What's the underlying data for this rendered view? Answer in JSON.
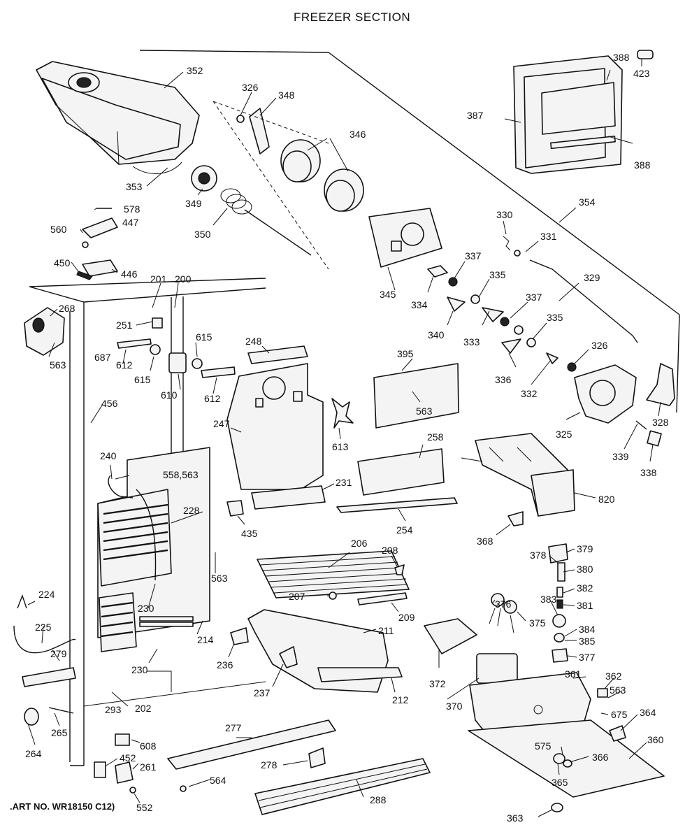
{
  "title": "FREEZER SECTION",
  "footer": ".ART NO. WR18150 C12)",
  "labels": {
    "l200": "200",
    "l201": "201",
    "l202": "202",
    "l206": "206",
    "l207": "207",
    "l208": "208",
    "l209": "209",
    "l211": "211",
    "l212": "212",
    "l214": "214",
    "l224": "224",
    "l225": "225",
    "l228": "228",
    "l230a": "230",
    "l230b": "230",
    "l231": "231",
    "l236": "236",
    "l237": "237",
    "l240": "240",
    "l247": "247",
    "l248": "248",
    "l251": "251",
    "l254": "254",
    "l258": "258",
    "l261": "261",
    "l264": "264",
    "l265": "265",
    "l268": "268",
    "l277": "277",
    "l278": "278",
    "l279": "279",
    "l288": "288",
    "l293": "293",
    "l325": "325",
    "l326a": "326",
    "l326b": "326",
    "l328": "328",
    "l329": "329",
    "l330": "330",
    "l331": "331",
    "l332": "332",
    "l333": "333",
    "l334": "334",
    "l335a": "335",
    "l335b": "335",
    "l336": "336",
    "l337a": "337",
    "l337b": "337",
    "l338": "338",
    "l339": "339",
    "l340": "340",
    "l345": "345",
    "l346": "346",
    "l348": "348",
    "l349": "349",
    "l350": "350",
    "l352": "352",
    "l353": "353",
    "l354": "354",
    "l360": "360",
    "l361": "361",
    "l362": "362",
    "l363": "363",
    "l364": "364",
    "l365": "365",
    "l366": "366",
    "l368": "368",
    "l370": "370",
    "l372": "372",
    "l375": "375",
    "l376": "376",
    "l377": "377",
    "l378": "378",
    "l379": "379",
    "l380": "380",
    "l381": "381",
    "l382": "382",
    "l383": "383",
    "l384": "384",
    "l385": "385",
    "l387": "387",
    "l388a": "388",
    "l388b": "388",
    "l395": "395",
    "l423": "423",
    "l435": "435",
    "l446": "446",
    "l447": "447",
    "l450": "450",
    "l452": "452",
    "l456": "456",
    "l552": "552",
    "l558": "558,563",
    "l560": "560",
    "l563a": "563",
    "l563b": "563",
    "l563c": "563",
    "l563d": "563",
    "l564": "564",
    "l575": "575",
    "l578": "578",
    "l608": "608",
    "l610": "610",
    "l612a": "612",
    "l612b": "612",
    "l613": "613",
    "l615a": "615",
    "l615b": "615",
    "l675": "675",
    "l687": "687",
    "l820": "820"
  }
}
